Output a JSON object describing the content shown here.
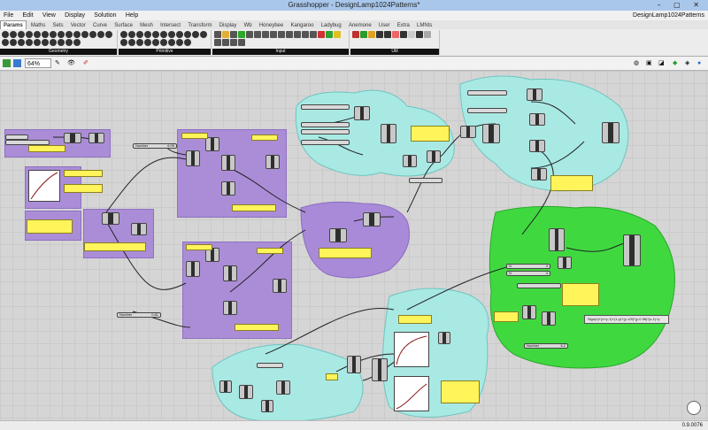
{
  "window": {
    "title": "Grasshopper - DesignLamp1024Patterns*",
    "document_name": "DesignLamp1024Patterns"
  },
  "menu": [
    "File",
    "Edit",
    "View",
    "Display",
    "Solution",
    "Help"
  ],
  "tabs": [
    "Params",
    "Maths",
    "Sets",
    "Vector",
    "Curve",
    "Surface",
    "Mesh",
    "Intersect",
    "Transform",
    "Display",
    "Wb",
    "Honeybee",
    "Kangaroo",
    "Ladybug",
    "Anemone",
    "User",
    "Extra",
    "LMNts"
  ],
  "active_tab": "Params",
  "ribbon_groups": [
    "Geometry",
    "Primitive",
    "Input",
    "Util"
  ],
  "toolbar": {
    "zoom": "64%"
  },
  "canvas": {
    "sliders": [
      {
        "label": "Number",
        "value": "6.99"
      },
      {
        "label": "Number",
        "value": "0.81"
      },
      {
        "label": "N",
        "value": "4"
      },
      {
        "label": "N",
        "value": "4"
      },
      {
        "label": "Number",
        "value": "6.2"
      }
    ],
    "expression": "Sign(x)+(x+y-1)+(1-y)+(y-1/5)*(y-0.36)*(x-1)+y"
  },
  "status": {
    "version": "0.9.0076"
  },
  "colors": {
    "purple_group": "#a98ad8",
    "cyan_group": "#a9e9e4",
    "green_group": "#3fd93f",
    "note": "#fff45a"
  }
}
